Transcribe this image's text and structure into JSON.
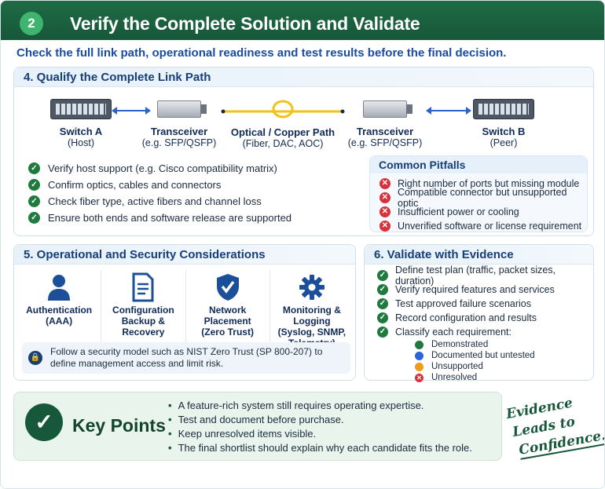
{
  "header": {
    "step": "2",
    "title": "Verify the Complete Solution and Validate"
  },
  "subtitle": "Check the full link path, operational readiness and test results before the final decision.",
  "link_path": {
    "title": "4. Qualify the Complete Link Path",
    "devices": [
      {
        "name": "Switch A",
        "sub": "(Host)"
      },
      {
        "name": "Transceiver",
        "sub": "(e.g. SFP/QSFP)"
      },
      {
        "name": "Optical / Copper Path",
        "sub": "(Fiber, DAC, AOC)"
      },
      {
        "name": "Transceiver",
        "sub": "(e.g. SFP/QSFP)"
      },
      {
        "name": "Switch B",
        "sub": "(Peer)"
      }
    ],
    "checks": [
      "Verify host support (e.g. Cisco compatibility matrix)",
      "Confirm optics, cables and connectors",
      "Check fiber type, active fibers and channel loss",
      "Ensure both ends and software release are supported"
    ],
    "pitfalls": {
      "title": "Common Pitfalls",
      "items": [
        "Right number of ports but missing module",
        "Compatible connector but unsupported optic",
        "Insufficient power or cooling",
        "Unverified software or license requirement"
      ]
    }
  },
  "operational": {
    "title": "5. Operational and Security Considerations",
    "tiles": [
      {
        "icon": "user-icon",
        "line1": "Authentication",
        "line2": "(AAA)"
      },
      {
        "icon": "document-icon",
        "line1": "Configuration",
        "line2": "Backup & Recovery"
      },
      {
        "icon": "shield-icon",
        "line1": "Network Placement",
        "line2": "(Zero Trust)"
      },
      {
        "icon": "gear-icon",
        "line1": "Monitoring & Logging",
        "line2": "(Syslog, SNMP, Telemetry)"
      }
    ],
    "note": "Follow a security model such as NIST Zero Trust (SP 800-207) to define management access and limit risk."
  },
  "validate": {
    "title": "6. Validate with Evidence",
    "items": [
      "Define test plan (traffic, packet sizes, duration)",
      "Verify required features and services",
      "Test approved failure scenarios",
      "Record configuration and results",
      "Classify each requirement:"
    ],
    "legend": [
      {
        "label": "Demonstrated",
        "color": "#1f7a3e"
      },
      {
        "label": "Documented but untested",
        "color": "#2b63d9"
      },
      {
        "label": "Unsupported",
        "color": "#f29a1a"
      },
      {
        "label": "Unresolved",
        "color": "#d9303a"
      }
    ]
  },
  "key_points": {
    "title": "Key Points",
    "items": [
      "A feature-rich system still requires operating expertise.",
      "Test and document before purchase.",
      "Keep unresolved items visible.",
      "The final shortlist should explain why each candidate fits the role."
    ]
  },
  "slogan": {
    "line1": "Evidence",
    "line2": "Leads to",
    "line3": "Confidence."
  },
  "colors": {
    "header": "#1f6b45",
    "accent_blue": "#1a4ca2",
    "ok": "#1f7a3e",
    "bad": "#d9303a"
  }
}
